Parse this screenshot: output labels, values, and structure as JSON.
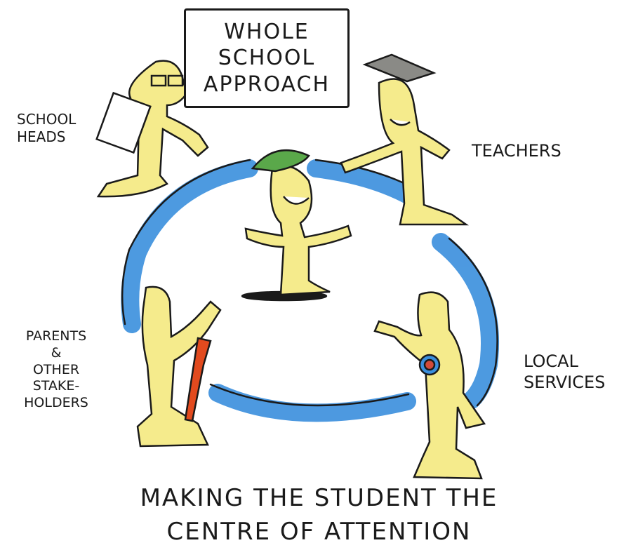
{
  "title": {
    "lines": [
      "WHOLE",
      "SCHOOL",
      "APPROACH"
    ]
  },
  "labels": {
    "school_heads": [
      "SCHOOL",
      "HEADS"
    ],
    "teachers": "TEACHERS",
    "parents": [
      "PARENTS",
      "&",
      "OTHER",
      "STAKE-",
      "HOLDERS"
    ],
    "local_services": [
      "LOCAL",
      "SERVICES"
    ]
  },
  "caption": {
    "line1": "MAKING THE STUDENT THE",
    "line2": "CENTRE OF ATTENTION"
  },
  "colors": {
    "circle_blue": "#3a8fdd",
    "skin_yellow": "#f5eb8c",
    "outline": "#1a1a1a",
    "cap_green": "#5aa84a",
    "mortarboard_grey": "#8a8a86",
    "paintbrush_orange": "#e24a1e"
  },
  "icons": [
    "student-figure",
    "school-head-figure",
    "teacher-figure",
    "parent-figure",
    "local-services-figure"
  ]
}
